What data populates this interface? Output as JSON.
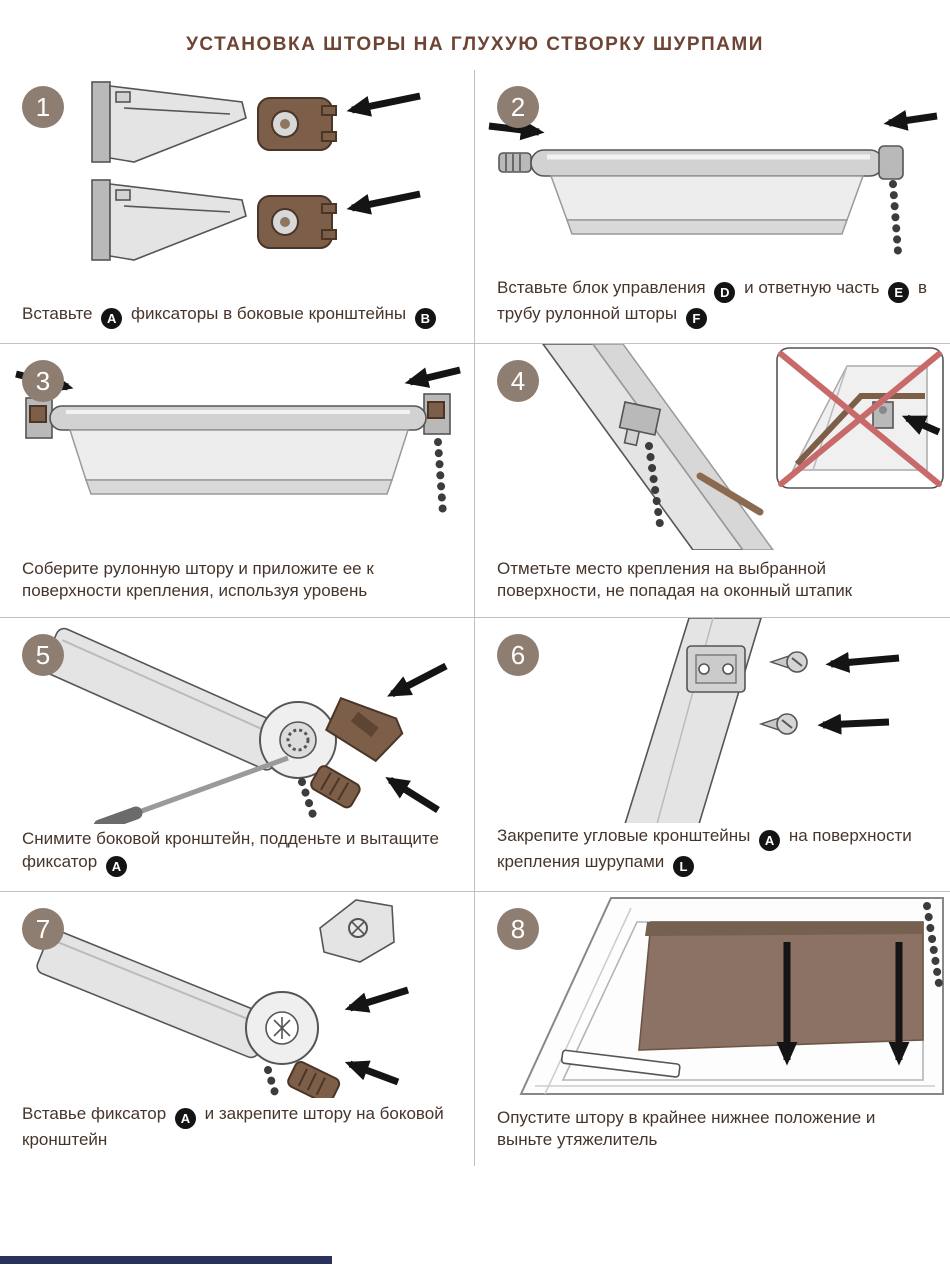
{
  "title": "УСТАНОВКА ШТОРЫ НА ГЛУХУЮ СТВОРКУ ШУРПАМИ",
  "colors": {
    "title_text": "#6e4434",
    "caption_text": "#46352b",
    "step_badge": "#8e7d71",
    "letter_badge": "#141414",
    "bracket_brown": "#7d5f49",
    "blind_brown": "#8b7264",
    "red_cross": "#c96a6a",
    "bottom_bar": "#28325c"
  },
  "steps": [
    {
      "number": "1",
      "caption": [
        {
          "t": "Вставьте"
        },
        {
          "b": "A"
        },
        {
          "t": "фиксаторы в боковые кронштейны"
        },
        {
          "b": "B"
        }
      ]
    },
    {
      "number": "2",
      "caption": [
        {
          "t": "Вставьте блок управления"
        },
        {
          "b": "D"
        },
        {
          "t": "и ответную часть"
        },
        {
          "b": "E"
        },
        {
          "t": "в трубу рулонной шторы"
        },
        {
          "b": "F"
        }
      ]
    },
    {
      "number": "3",
      "caption": [
        {
          "t": "Соберите рулонную штору и приложите ее к поверхности крепления, используя уровень"
        }
      ]
    },
    {
      "number": "4",
      "caption": [
        {
          "t": "Отметьте место крепления на выбранной поверхности, не попадая на оконный штапик"
        }
      ]
    },
    {
      "number": "5",
      "caption": [
        {
          "t": "Снимите боковой кронштейн, подденьте и вытащите фиксатор"
        },
        {
          "b": "A"
        }
      ]
    },
    {
      "number": "6",
      "caption": [
        {
          "t": "Закрепите угловые кронштейны"
        },
        {
          "b": "A"
        },
        {
          "t": "на поверхности крепления шурупами"
        },
        {
          "b": "L"
        }
      ]
    },
    {
      "number": "7",
      "caption": [
        {
          "t": "Вставье фиксатор"
        },
        {
          "b": "A"
        },
        {
          "t": "и закрепите штору на боковой кронштейн"
        }
      ]
    },
    {
      "number": "8",
      "caption": [
        {
          "t": "Опустите штору в крайнее нижнее положение и выньте утяжелитель"
        }
      ]
    }
  ]
}
